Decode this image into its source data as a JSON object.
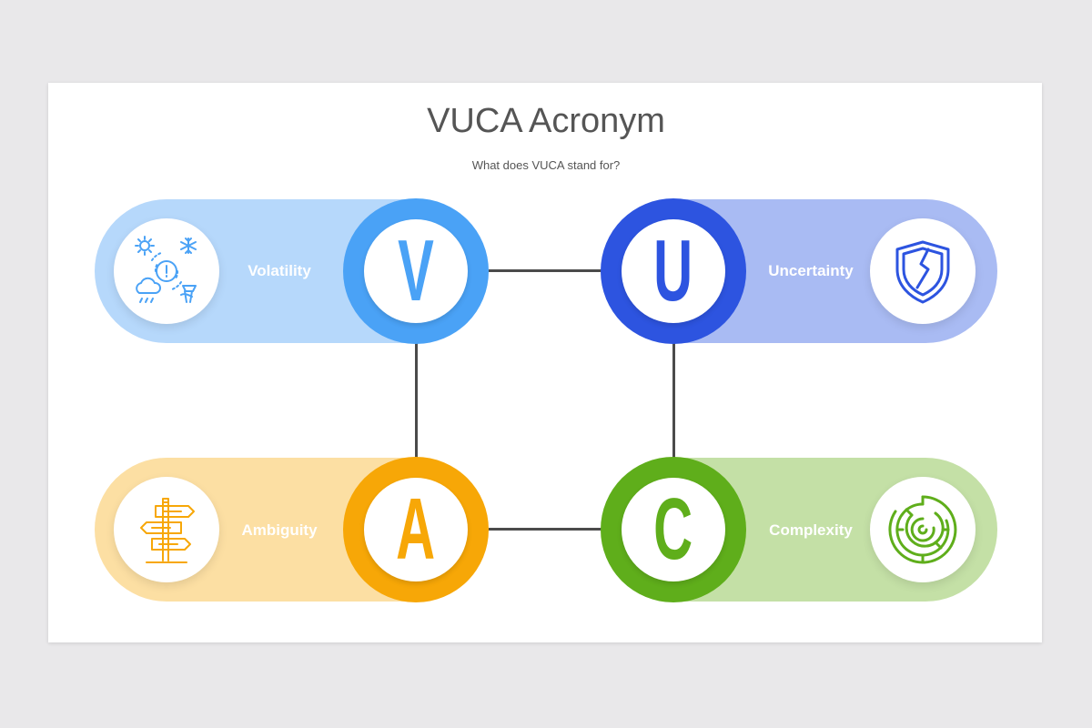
{
  "title": "VUCA Acronym",
  "subtitle": "What does VUCA stand for?",
  "items": [
    {
      "letter": "V",
      "label": "Volatility",
      "icon": "weather-alert-icon",
      "color": "#4aa2f6",
      "pill_color": "#b6d8fb"
    },
    {
      "letter": "U",
      "label": "Uncertainty",
      "icon": "cracked-shield-icon",
      "color": "#2d54e0",
      "pill_color": "#a9bbf3"
    },
    {
      "letter": "A",
      "label": "Ambiguity",
      "icon": "signpost-icon",
      "color": "#f7a707",
      "pill_color": "#fcdfa3"
    },
    {
      "letter": "C",
      "label": "Complexity",
      "icon": "maze-icon",
      "color": "#5fae1b",
      "pill_color": "#c4e0a6"
    }
  ]
}
